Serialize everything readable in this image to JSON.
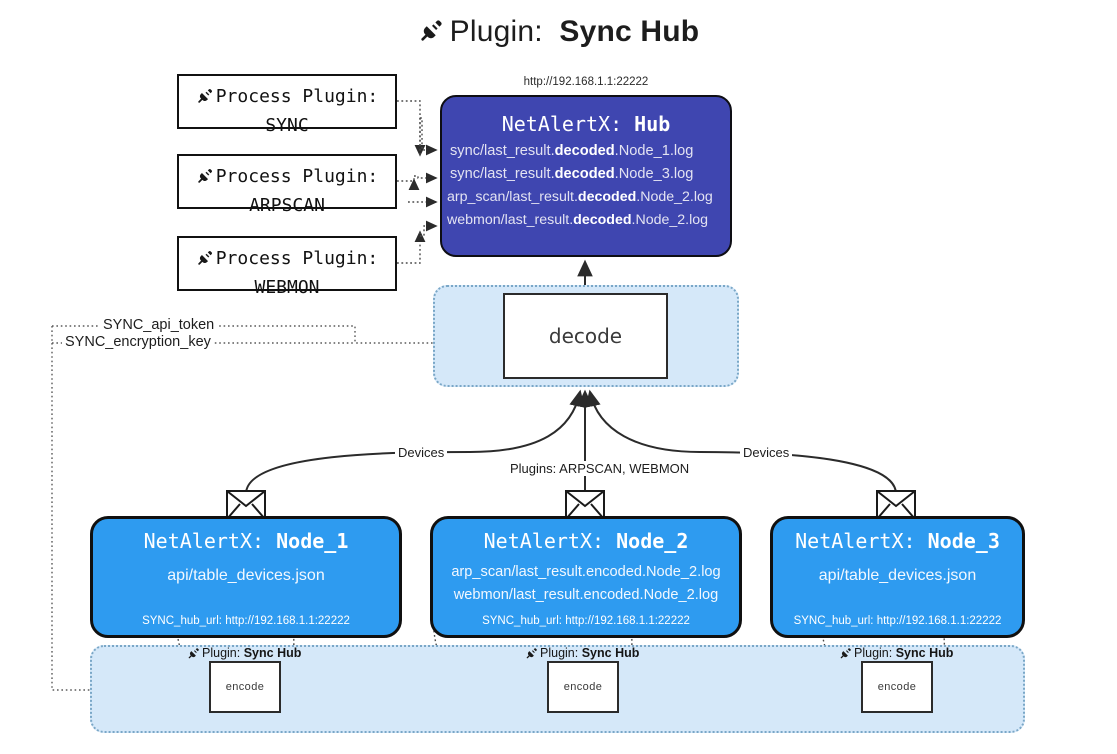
{
  "title": {
    "icon": "plug-icon",
    "prefix": "Plugin:",
    "name": "Sync Hub"
  },
  "hub": {
    "url": "http://192.168.1.1:22222",
    "title_prefix": "NetAlertX:",
    "title_name": "Hub",
    "logs": [
      {
        "pre": "sync/last_result.",
        "bold": "decoded",
        "post": ".Node_1.log"
      },
      {
        "pre": "sync/last_result.",
        "bold": "decoded",
        "post": ".Node_3.log"
      },
      {
        "pre": "arp_scan/last_result.",
        "bold": "decoded",
        "post": ".Node_2.log"
      },
      {
        "pre": "webmon/last_result.",
        "bold": "decoded",
        "post": ".Node_2.log"
      }
    ]
  },
  "process_plugins": [
    {
      "icon": "plug-icon",
      "line1": "Process Plugin:",
      "line2": "SYNC"
    },
    {
      "icon": "plug-icon",
      "line1": "Process Plugin:",
      "line2": "ARPSCAN"
    },
    {
      "icon": "plug-icon",
      "line1": "Process Plugin:",
      "line2": "WEBMON"
    }
  ],
  "decode": {
    "label": "decode"
  },
  "settings_labels": {
    "api_token": "SYNC_api_token",
    "encryption_key": "SYNC_encryption_key"
  },
  "edge_labels": {
    "devices_left": "Devices",
    "devices_right": "Devices",
    "plugins_center": "Plugins: ARPSCAN, WEBMON"
  },
  "nodes": [
    {
      "icon": "envelope-icon",
      "title_prefix": "NetAlertX:",
      "title_name": "Node_1",
      "lines": [
        "api/table_devices.json"
      ],
      "url_label": "SYNC_hub_url:",
      "url": "http://192.168.1.1:22222"
    },
    {
      "icon": "envelope-icon",
      "title_prefix": "NetAlertX:",
      "title_name": "Node_2",
      "lines": [
        "arp_scan/last_result.encoded.Node_2.log",
        "webmon/last_result.encoded.Node_2.log"
      ],
      "url_label": "SYNC_hub_url:",
      "url": "http://192.168.1.1:22222"
    },
    {
      "icon": "envelope-icon",
      "title_prefix": "NetAlertX:",
      "title_name": "Node_3",
      "lines": [
        "api/table_devices.json"
      ],
      "url_label": "SYNC_hub_url:",
      "url": "http://192.168.1.1:22222"
    }
  ],
  "encoders": [
    {
      "icon": "plug-icon",
      "caption_prefix": "Plugin:",
      "caption_name": "Sync Hub",
      "label": "encode"
    },
    {
      "icon": "plug-icon",
      "caption_prefix": "Plugin:",
      "caption_name": "Sync Hub",
      "label": "encode"
    },
    {
      "icon": "plug-icon",
      "caption_prefix": "Plugin:",
      "caption_name": "Sync Hub",
      "label": "encode"
    }
  ],
  "colors": {
    "hub_fill": "#3f46b0",
    "node_fill": "#2e9bf0",
    "container_fill": "#d5e8f9",
    "container_border": "#7aa7c7",
    "stroke": "#2b2b2b"
  }
}
